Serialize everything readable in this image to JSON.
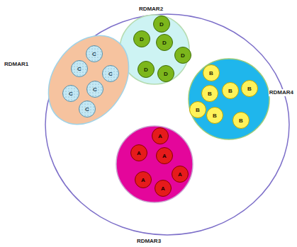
{
  "diagram": {
    "nodes": [
      {
        "text": [
          "RDMAR2"
        ]
      },
      {
        "text": [
          "D"
        ],
        "in": 0
      },
      {
        "text": [
          "D"
        ],
        "in": 0
      },
      {
        "text": [
          "D"
        ],
        "in": 0
      },
      {
        "text": [
          "D"
        ],
        "in": 0
      },
      {
        "text": [
          "D"
        ],
        "in": 0
      },
      {
        "text": [
          "D"
        ],
        "in": 0
      },
      {
        "text": [
          "RDMAR1"
        ]
      },
      {
        "text": [
          "C"
        ],
        "in": 7
      },
      {
        "text": [
          "C"
        ],
        "in": 7
      },
      {
        "text": [
          "C"
        ],
        "in": 7
      },
      {
        "text": [
          "C"
        ],
        "in": 7
      },
      {
        "text": [
          "C"
        ],
        "in": 7
      },
      {
        "text": [
          "C"
        ],
        "in": 7
      },
      {
        "text": [
          "RDMAR4"
        ]
      },
      {
        "text": [
          "B"
        ],
        "in": 14
      },
      {
        "text": [
          "B"
        ],
        "in": 14
      },
      {
        "text": [
          "B"
        ],
        "in": 14
      },
      {
        "text": [
          "B"
        ],
        "in": 14
      },
      {
        "text": [
          "B"
        ],
        "in": 14
      },
      {
        "text": [
          "B"
        ],
        "in": 14
      },
      {
        "text": [
          "B"
        ],
        "in": 14
      },
      {
        "text": [
          "RDMAR3"
        ]
      },
      {
        "text": [
          "A"
        ],
        "in": 22
      },
      {
        "text": [
          "A"
        ],
        "in": 22
      },
      {
        "text": [
          "A"
        ],
        "in": 22
      },
      {
        "text": [
          "A"
        ],
        "in": 22
      },
      {
        "text": [
          "A"
        ],
        "in": 22
      },
      {
        "text": [
          "A"
        ],
        "in": 22
      }
    ]
  }
}
